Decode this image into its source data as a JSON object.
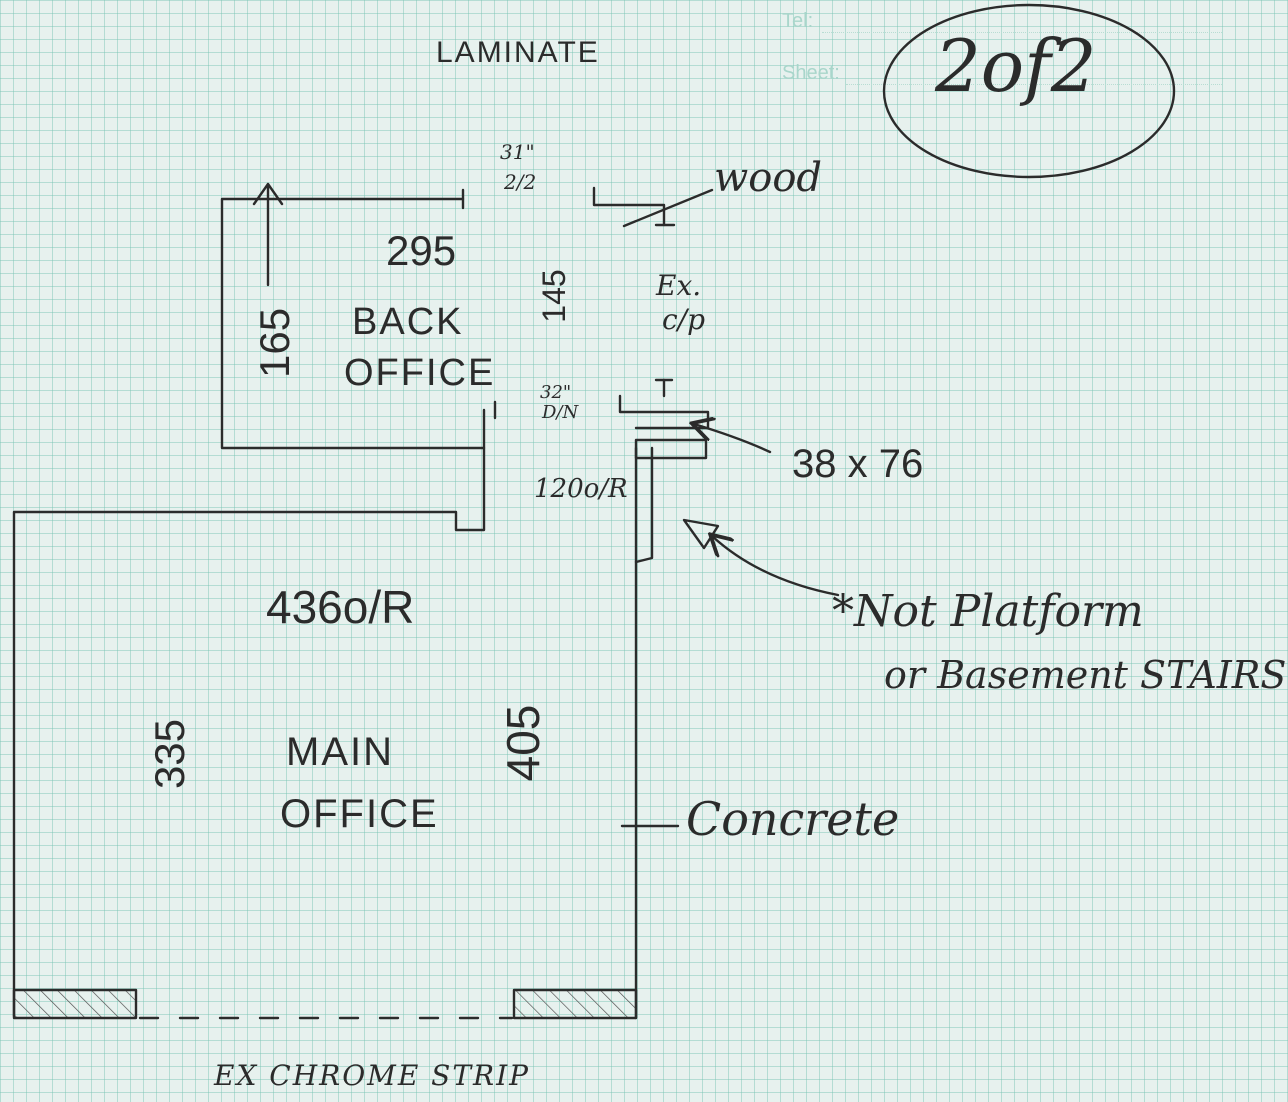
{
  "header": {
    "tel_label": "Tel:",
    "sheet_label": "Sheet:",
    "sheet_number": "2of2"
  },
  "labels": {
    "floor_finish": "LAMINATE",
    "door_top_size": "31\"",
    "door_top_hinge": "2/2",
    "wood": "wood",
    "back_office_width": "295",
    "back_office_height": "165",
    "back_office_name_1": "BACK",
    "back_office_name_2": "OFFICE",
    "wall_145": "145",
    "ex_cp_1": "Ex.",
    "ex_cp_2": "c/p",
    "door_mid_size": "32\"",
    "door_mid_hinge": "D/N",
    "timber_size": "38 x 76",
    "overall_120": "120o/R",
    "not_platform_1": "*Not Platform",
    "not_platform_2": "or Basement STAIRS",
    "main_office_width": "436o/R",
    "main_office_height": "335",
    "main_office_name_1": "MAIN",
    "main_office_name_2": "OFFICE",
    "wall_405": "405",
    "concrete": "Concrete",
    "chrome_strip": "EX CHROME STRIP"
  }
}
